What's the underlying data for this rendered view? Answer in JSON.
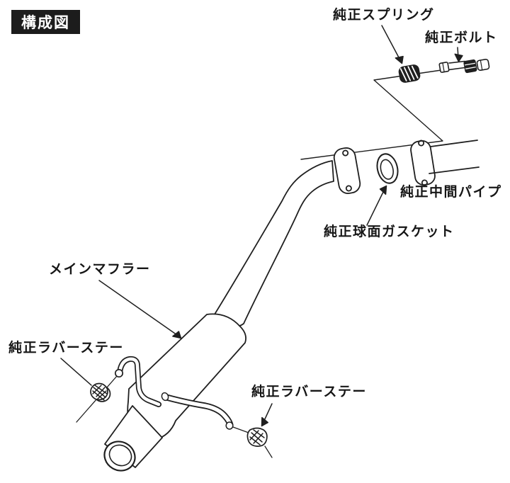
{
  "page": {
    "background": "#ffffff",
    "ink": "#1f1f1f"
  },
  "title_box": {
    "text": "構成図",
    "bg": "#1c1c1c",
    "fg": "#ffffff"
  },
  "labels": {
    "spring": "純正スプリング",
    "bolt": "純正ボルト",
    "intermediate_pipe": "純正中間パイプ",
    "spherical_gasket": "純正球面ガスケット",
    "main_muffler": "メインマフラー",
    "rubber_stay_left": "純正ラバーステー",
    "rubber_stay_right": "純正ラバーステー"
  }
}
